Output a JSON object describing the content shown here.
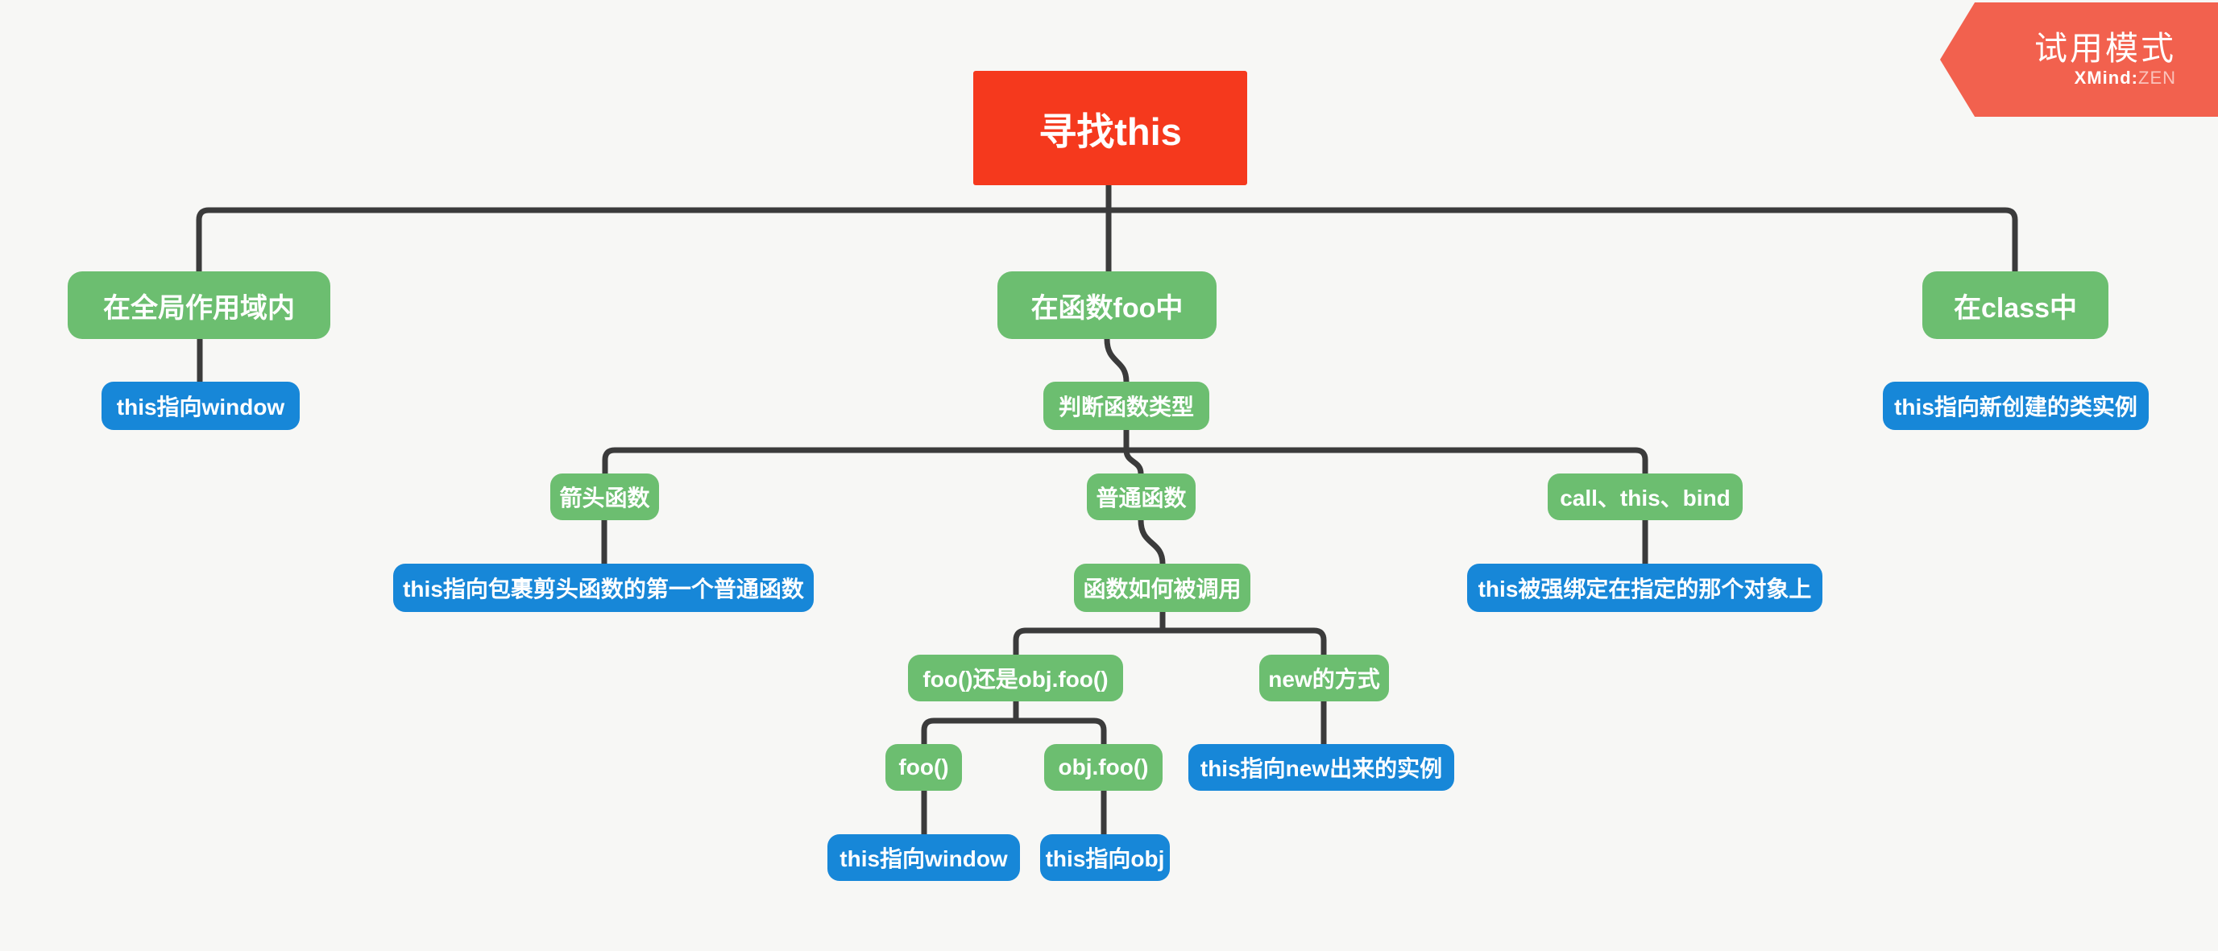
{
  "app": {
    "badge": {
      "label": "试用模式",
      "brand_name": "XMind",
      "brand_separator": ":",
      "brand_suffix": "ZEN"
    }
  },
  "colors": {
    "background": "#f7f7f5",
    "root-fill": "#f5391d",
    "branch-fill": "#6cbe70",
    "leaf-fill": "#1787d8",
    "connector": "#3b3b3b",
    "badge-fill": "#f2614e"
  },
  "mindmap": {
    "root": {
      "label": "寻找this",
      "children": [
        {
          "label": "在全局作用域内",
          "children": [
            {
              "label": "this指向window"
            }
          ]
        },
        {
          "label": "在函数foo中",
          "children": [
            {
              "label": "判断函数类型",
              "children": [
                {
                  "label": "箭头函数",
                  "children": [
                    {
                      "label": "this指向包裹剪头函数的第一个普通函数"
                    }
                  ]
                },
                {
                  "label": "普通函数",
                  "children": [
                    {
                      "label": "函数如何被调用",
                      "children": [
                        {
                          "label": "foo()还是obj.foo()",
                          "children": [
                            {
                              "label": "foo()",
                              "children": [
                                {
                                  "label": "this指向window"
                                }
                              ]
                            },
                            {
                              "label": "obj.foo()",
                              "children": [
                                {
                                  "label": "this指向obj"
                                }
                              ]
                            }
                          ]
                        },
                        {
                          "label": "new的方式",
                          "children": [
                            {
                              "label": "this指向new出来的实例"
                            }
                          ]
                        }
                      ]
                    }
                  ]
                },
                {
                  "label": "call、this、bind",
                  "children": [
                    {
                      "label": "this被强绑定在指定的那个对象上"
                    }
                  ]
                }
              ]
            }
          ]
        },
        {
          "label": "在class中",
          "children": [
            {
              "label": "this指向新创建的类实例"
            }
          ]
        }
      ]
    }
  }
}
